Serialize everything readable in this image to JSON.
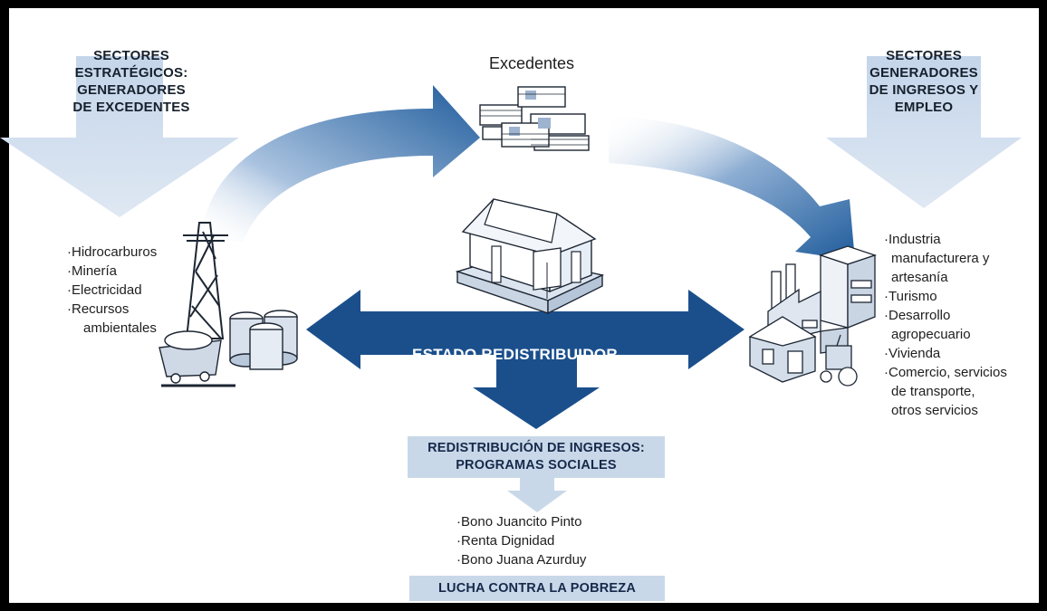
{
  "left_header": [
    "SECTORES",
    "ESTRATÉGICOS:",
    "GENERADORES",
    "DE EXCEDENTES"
  ],
  "right_header": [
    "SECTORES",
    "GENERADORES",
    "DE INGRESOS Y",
    "EMPLEO"
  ],
  "surplus_label": "Excedentes",
  "state_label": "ESTADO REDISTRIBUIDOR",
  "strategic_sectors": [
    "Hidrocarburos",
    "Minería",
    "Electricidad",
    "Recursos",
    "ambientales"
  ],
  "income_sectors": [
    "Industria",
    "manufacturera y",
    "artesanía",
    "Turismo",
    "Desarrollo",
    "agropecuario",
    "Vivienda",
    "Comercio, servicios",
    "de transporte,",
    "otros servicios"
  ],
  "income_sector_bullets": [
    true,
    false,
    false,
    true,
    true,
    false,
    true,
    true,
    false,
    false
  ],
  "strategic_sector_bullets": [
    true,
    true,
    true,
    true,
    false
  ],
  "redistribution_box": [
    "REDISTRIBUCIÓN DE INGRESOS:",
    "PROGRAMAS SOCIALES"
  ],
  "social_programs": [
    "Bono Juancito Pinto",
    "Renta Dignidad",
    "Bono Juana Azurduy"
  ],
  "poverty_box": "LUCHA CONTRA LA POBREZA",
  "colors": {
    "dark_blue": "#1b4f8c",
    "light_blue": "#c9d8e9",
    "pale_blue": "#dde7f2",
    "frame": "#000000"
  }
}
